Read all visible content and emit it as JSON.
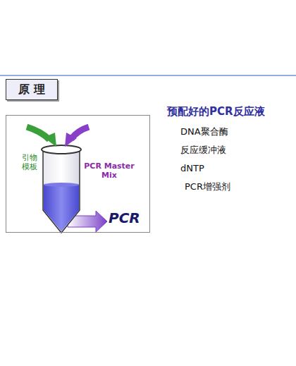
{
  "diagram": {
    "nodes": [
      {
        "text": [
          "原 理"
        ]
      },
      {
        "text": [
          "引物 模板",
          "PCR MasterMix",
          "PCR"
        ]
      }
    ],
    "labels": [
      "预配好的PCR反应液",
      "DNA聚合酶",
      "反应缓冲液",
      "dNTP",
      "PCR增强剂"
    ]
  }
}
